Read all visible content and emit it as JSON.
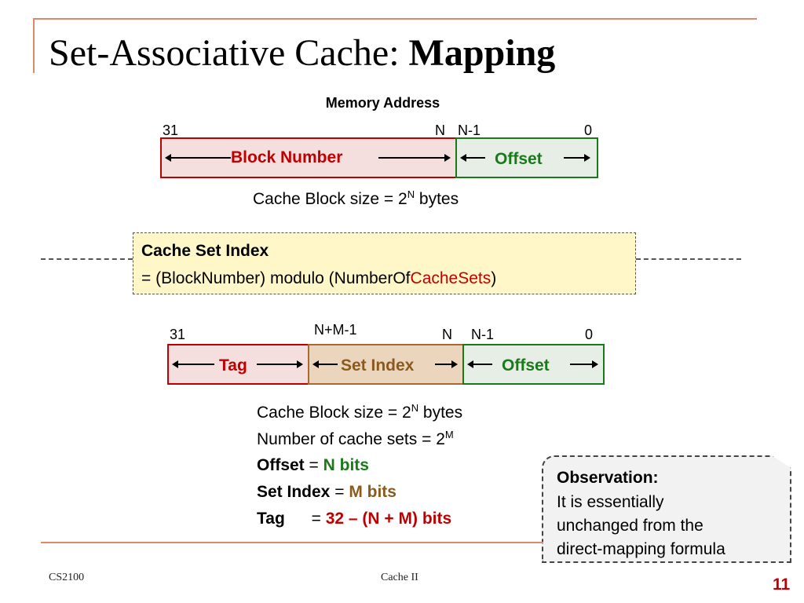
{
  "title": {
    "regular": "Set-Associative Cache: ",
    "bold": "Mapping"
  },
  "memory_address_label": "Memory Address",
  "diagram1": {
    "bit_31": "31",
    "bit_n": "N",
    "bit_n_minus_1": "N-1",
    "bit_0": "0",
    "block_number": "Block Number",
    "offset": "Offset",
    "size_prefix": "Cache Block size = 2",
    "size_sup": "N",
    "size_suffix": " bytes"
  },
  "cache_set_index": {
    "heading": "Cache Set Index",
    "formula_prefix": "= (BlockNumber) modulo (NumberOf",
    "formula_highlight": "CacheSets",
    "formula_suffix": ")"
  },
  "diagram2": {
    "bit_31": "31",
    "bit_nm1": "N+M-1",
    "bit_n": "N",
    "bit_n_minus_1": "N-1",
    "bit_0": "0",
    "tag": "Tag",
    "set_index": "Set Index",
    "offset": "Offset"
  },
  "details": {
    "block_size_prefix": "Cache Block size = 2",
    "block_size_sup": "N",
    "block_size_suffix": " bytes",
    "num_sets_prefix": "Number of cache sets = 2",
    "num_sets_sup": "M",
    "offset_label": "Offset",
    "offset_eq": " = ",
    "offset_value": "N bits",
    "setindex_label": "Set Index",
    "setindex_eq": " = ",
    "setindex_value": "M bits",
    "tag_label": "Tag",
    "tag_eq": " = ",
    "tag_value": "32 – (N + M) bits"
  },
  "observation": {
    "heading": "Observation:",
    "lines": [
      "It is essentially",
      "unchanged from the",
      "direct-mapping formula"
    ]
  },
  "footer": {
    "left": "CS2100",
    "center": "Cache II",
    "page": "11"
  },
  "colors": {
    "accent_rule": "#dd8a6a",
    "red": "#c00000",
    "green": "#1a7a1a",
    "brown": "#8a5a1e",
    "box_yellow": "#fff7c7"
  }
}
